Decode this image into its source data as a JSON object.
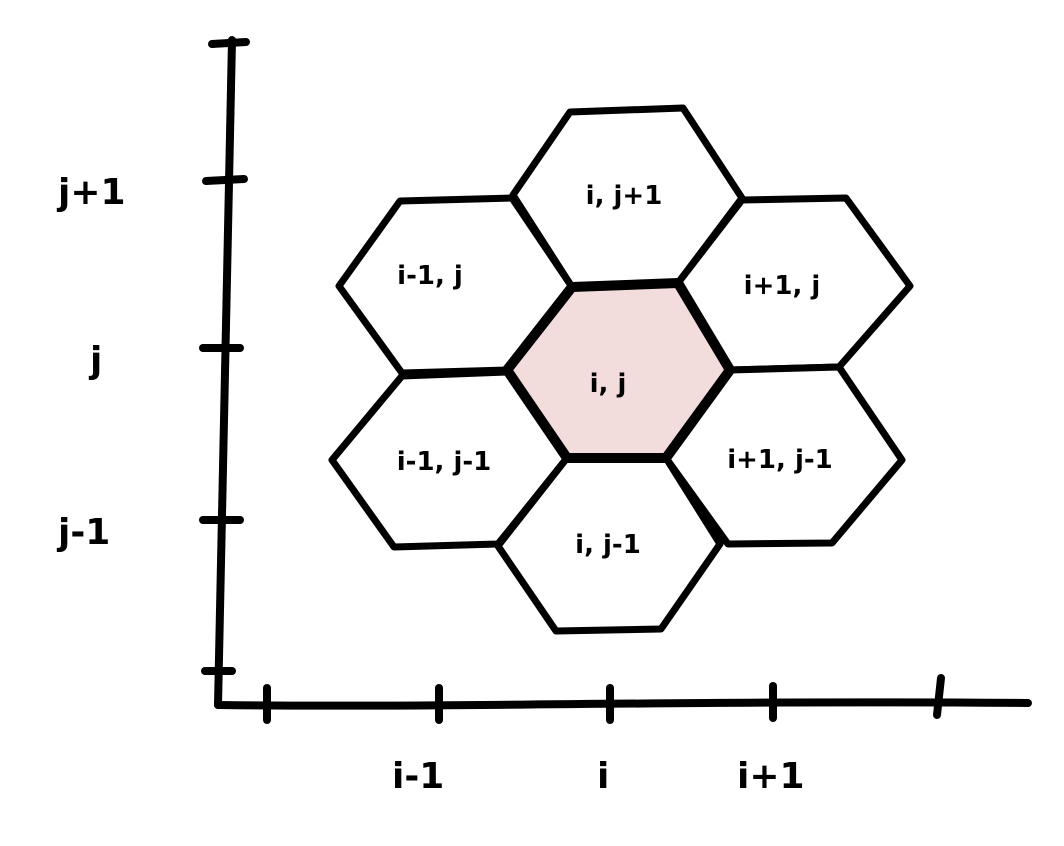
{
  "axes": {
    "x_ticks": [
      {
        "label": "i-1"
      },
      {
        "label": "i"
      },
      {
        "label": "i+1"
      }
    ],
    "y_ticks": [
      {
        "label": "j+1"
      },
      {
        "label": "j"
      },
      {
        "label": "j-1"
      }
    ]
  },
  "cells": [
    {
      "id": "top",
      "label": "i, j+1"
    },
    {
      "id": "upper-left",
      "label": "i-1, j"
    },
    {
      "id": "upper-right",
      "label": "i+1, j"
    },
    {
      "id": "center",
      "label": "i, j",
      "highlighted": true
    },
    {
      "id": "lower-left",
      "label": "i-1, j-1"
    },
    {
      "id": "lower-right",
      "label": "i+1, j-1"
    },
    {
      "id": "bottom",
      "label": "i, j-1"
    }
  ],
  "colors": {
    "highlight_fill": "#f2dcdc",
    "cell_fill": "#ffffff",
    "ink": "#000000"
  }
}
